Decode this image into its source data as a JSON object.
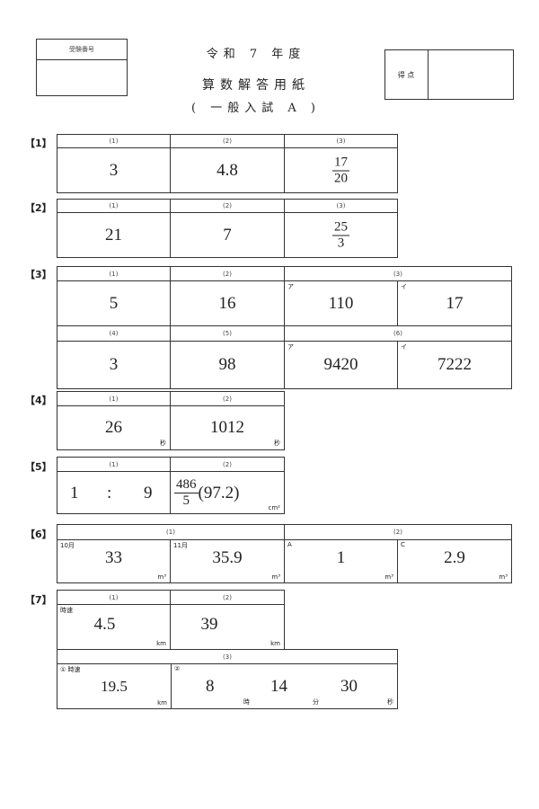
{
  "header": {
    "exam_number_label": "受験番号",
    "era_line": "令和 7 年度",
    "title": "算数解答用紙",
    "subtitle": "( 一般入試 A )",
    "score_label": "得 点"
  },
  "q1": {
    "label": "【1】",
    "cells": [
      {
        "head": "(1)",
        "ans": "3"
      },
      {
        "head": "(2)",
        "ans": "4.8"
      },
      {
        "head": "(3)",
        "num": "17",
        "den": "20"
      }
    ]
  },
  "q2": {
    "label": "【2】",
    "cells": [
      {
        "head": "(1)",
        "ans": "21"
      },
      {
        "head": "(2)",
        "ans": "7"
      },
      {
        "head": "(3)",
        "num": "25",
        "den": "3"
      }
    ]
  },
  "q3": {
    "label": "【3】",
    "heads": [
      "(1)",
      "(2)",
      "(3)",
      "(4)",
      "(5)",
      "(6)"
    ],
    "a1": "5",
    "a2": "16",
    "a3a_tag": "ア",
    "a3a": "110",
    "a3b_tag": "イ",
    "a3b": "17",
    "a4": "3",
    "a5": "98",
    "a6a_tag": "ア",
    "a6a": "9420",
    "a6b_tag": "イ",
    "a6b": "7222"
  },
  "q4": {
    "label": "【4】",
    "heads": [
      "(1)",
      "(2)"
    ],
    "a1": "26",
    "a2": "1012",
    "unit": "秒"
  },
  "q5": {
    "label": "【5】",
    "heads": [
      "(1)",
      "(2)"
    ],
    "ratio_left": "1",
    "colon": ":",
    "ratio_right": "9",
    "num": "486",
    "den": "5",
    "decimal": "(97.2)",
    "unit": "cm²"
  },
  "q6": {
    "label": "【6】",
    "heads": [
      "(1)",
      "(2)"
    ],
    "tags": [
      "10月",
      "11月",
      "A",
      "C"
    ],
    "answers": [
      "33",
      "35.9",
      "1",
      "2.9"
    ],
    "unit": "m³"
  },
  "q7": {
    "label": "【7】",
    "heads": [
      "(1)",
      "(2)",
      "(3)"
    ],
    "speed_tag": "時速",
    "a1": "4.5",
    "a2": "39",
    "unit_km": "km",
    "c1_tag": "① 時速",
    "c1": "19.5",
    "c2_tag": "②",
    "hour": "8",
    "hour_unit": "時",
    "min": "14",
    "min_unit": "分",
    "sec": "30",
    "sec_unit": "秒"
  }
}
